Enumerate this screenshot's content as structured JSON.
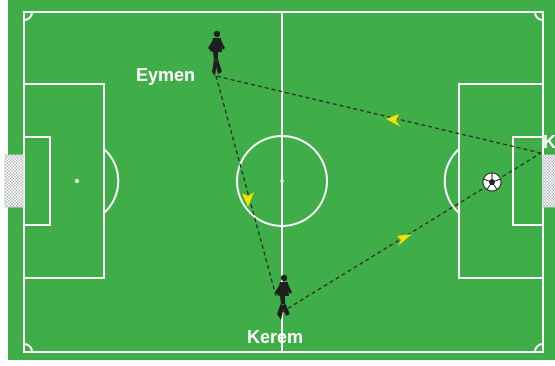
{
  "colors": {
    "pitch": "#3fae49",
    "lines": "#ffffff",
    "pass_line": "#2a2a2a",
    "arrow": "#ffe000",
    "player": "#1e1e1e"
  },
  "players": [
    {
      "id": "eymen",
      "label": "Eymen"
    },
    {
      "id": "kerem",
      "label": "Kerem"
    },
    {
      "id": "third",
      "label": "K"
    }
  ],
  "passes": [
    {
      "from": "eymen",
      "to": "kerem",
      "style": "dashed",
      "arrow_color": "yellow"
    },
    {
      "from": "kerem",
      "to": "third",
      "style": "dashed",
      "arrow_color": "yellow"
    },
    {
      "from": "third",
      "to": "eymen",
      "style": "dashed",
      "arrow_color": "yellow"
    }
  ],
  "ball": {
    "icon": "soccer-ball-icon"
  }
}
